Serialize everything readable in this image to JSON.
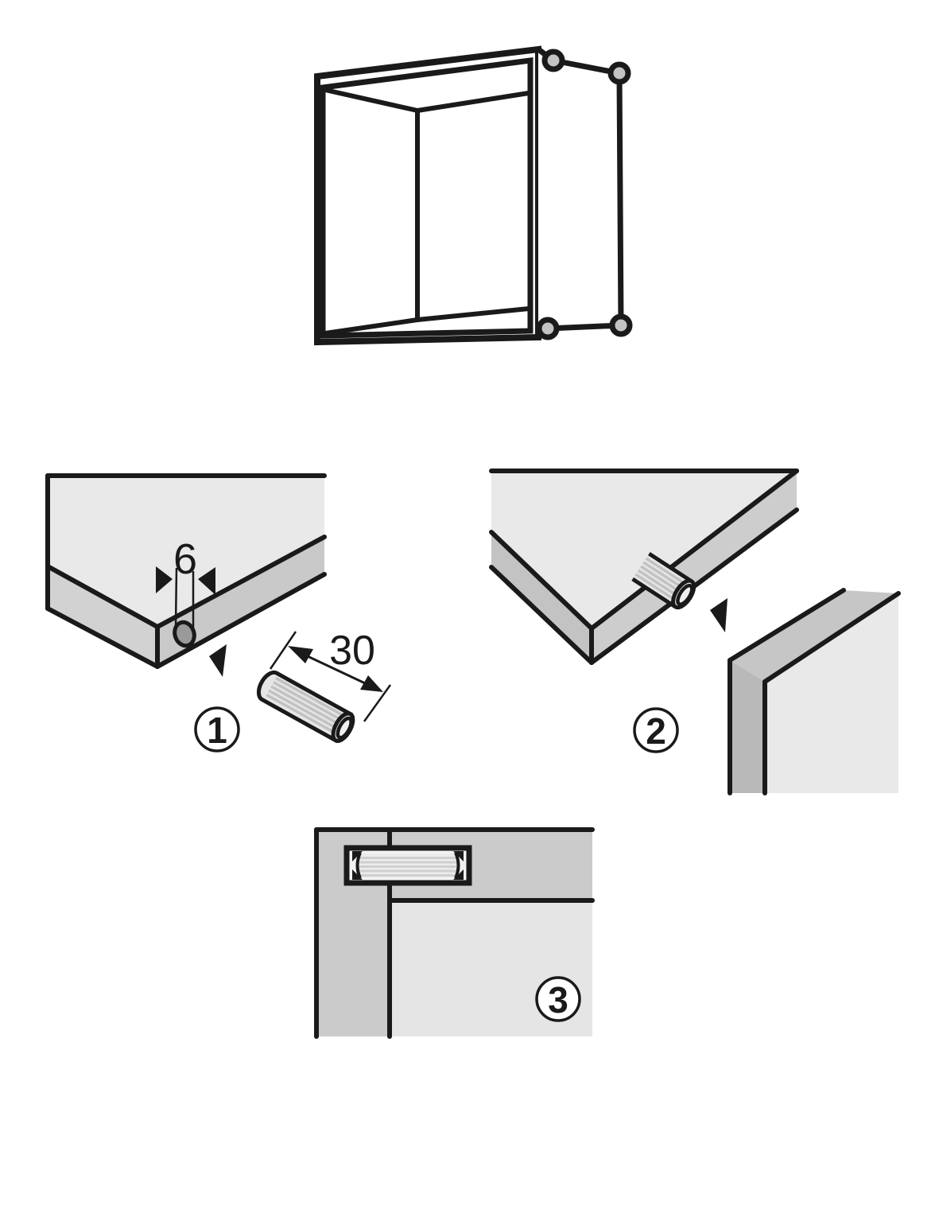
{
  "diagram": {
    "kind": "furniture-assembly-dowel-instructions",
    "background": "#ffffff",
    "line_color": "#1a1a1a",
    "colors": {
      "panel_top_face": "#e9e9e9",
      "panel_edge_dark": "#c3c3c3",
      "panel_edge_mid": "#c9c9c9",
      "panel_edge_light": "#d2d2d2",
      "section_gray": "#cbcbcb",
      "section_face": "#e5e5e5",
      "drill_hole": "#9a9a9a",
      "corner_marker": "#c3c3c3",
      "dowel_body": "#e6e6e6",
      "dowel_stripe": "#c2c2c2"
    },
    "steps": [
      {
        "number": "1",
        "hole_diameter_label": "6",
        "dowel_length_label": "30"
      },
      {
        "number": "2"
      },
      {
        "number": "3"
      }
    ]
  }
}
